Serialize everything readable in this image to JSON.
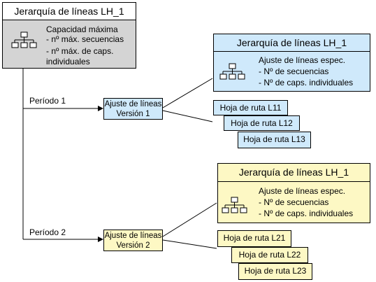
{
  "root": {
    "title": "Jerarquía de líneas LH_1",
    "lines": [
      "Capacidad máxima",
      "- nº máx.  secuencias",
      "- nº máx. de caps.",
      "individuales"
    ]
  },
  "periods": [
    {
      "label": "Período 1",
      "version": [
        "Ajuste de líneas",
        "Versión 1"
      ],
      "hierarchy": {
        "title": "Jerarquía de líneas LH_1",
        "lines": [
          "Ajuste de líneas espec.",
          "- Nº de secuencias",
          "- Nº de caps. individuales"
        ]
      },
      "routes": [
        "Hoja de ruta L11",
        "Hoja de ruta L12",
        "Hoja de ruta L13"
      ]
    },
    {
      "label": "Período 2",
      "version": [
        "Ajuste de líneas",
        "Versión 2"
      ],
      "hierarchy": {
        "title": "Jerarquía de líneas LH_1",
        "lines": [
          "Ajuste de líneas espec.",
          "- Nº de secuencias",
          "- Nº de caps. individuales"
        ]
      },
      "routes": [
        "Hoja de ruta L21",
        "Hoja de ruta L22",
        "Hoja de ruta L23"
      ]
    }
  ],
  "colors": {
    "root_fill": "#d4d4d4",
    "period1_fill": "#cfe9fb",
    "period2_fill": "#fdf8c4"
  },
  "icons": [
    "hierarchy-icon"
  ]
}
